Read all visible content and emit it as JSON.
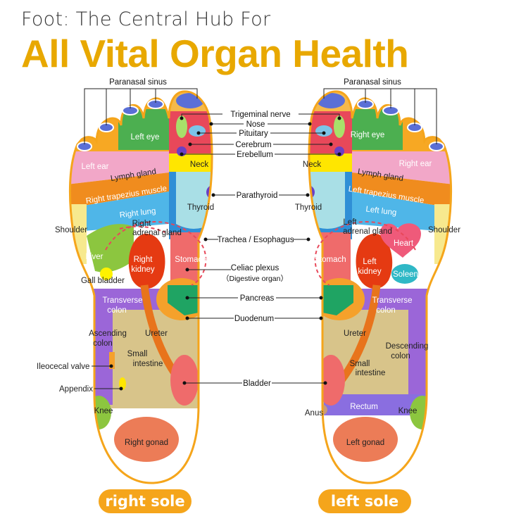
{
  "header": {
    "title_line1": "Foot: The Central Hub For",
    "title_line2": "All Vital Organ Health"
  },
  "colors": {
    "title_accent": "#e8a800",
    "foot_outline": "#f5a51b",
    "sole_badge": "#f5a51b"
  },
  "center_labels": {
    "paranasal_sinus_left": "Paranasal sinus",
    "paranasal_sinus_right": "Paranasal sinus",
    "trigeminal_nerve": "Trigeminal nerve",
    "nose": "Nose",
    "pituitary": "Pituitary",
    "cerebrum": "Cerebrum",
    "erebellum": "Erebellum",
    "parathyroid": "Parathyroid",
    "trachea": "Trachea / Esophagus",
    "celiac_plexus": "Celiac plexus",
    "digestive_organ": "（Digestive organ）",
    "pancreas": "Pancreas",
    "duodenum": "Duodenum",
    "bladder": "Bladder"
  },
  "right_sole": {
    "left_eye": "Left eye",
    "left_ear": "Left ear",
    "lymph_gland": "Lymph gland",
    "trapezius": "Right trapezius muscle",
    "lung": "Right lung",
    "shoulder": "Shoulder",
    "adrenal_1": "Right",
    "adrenal_2": "adrenal gland",
    "liver": "Liver",
    "gall_bladder": "Gall bladder",
    "kidney_1": "Right",
    "kidney_2": "kidney",
    "neck": "Neck",
    "thyroid": "Thyroid",
    "stomach": "Stomach",
    "transverse_1": "Transverse",
    "transverse_2": "colon",
    "ascending_1": "Ascending",
    "ascending_2": "colon",
    "ureter": "Ureter",
    "small_int_1": "Small",
    "small_int_2": "intestine",
    "ileocecal": "Ileocecal valve",
    "appendix": "Appendix",
    "knee": "Knee",
    "gonad": "Right gonad",
    "sole_label": "right sole"
  },
  "left_sole": {
    "right_eye": "Right eye",
    "right_ear": "Right ear",
    "lymph_gland": "Lymph gland",
    "trapezius": "Left trapezius muscle",
    "lung": "Left lung",
    "shoulder": "Shoulder",
    "adrenal_1": "Left",
    "adrenal_2": "adrenal gland",
    "heart": "Heart",
    "soleen": "Soleen",
    "kidney_1": "Left",
    "kidney_2": "kidney",
    "neck": "Neck",
    "thyroid": "Thyroid",
    "stomach": "Stomach",
    "transverse_1": "Transverse",
    "transverse_2": "colon",
    "descending_1": "Descending",
    "descending_2": "colon",
    "ureter": "Ureter",
    "small_int_1": "Small",
    "small_int_2": "intestine",
    "rectum": "Rectum",
    "anus": "Anus",
    "knee": "Knee",
    "gonad": "Left gonad",
    "sole_label": "left sole"
  }
}
